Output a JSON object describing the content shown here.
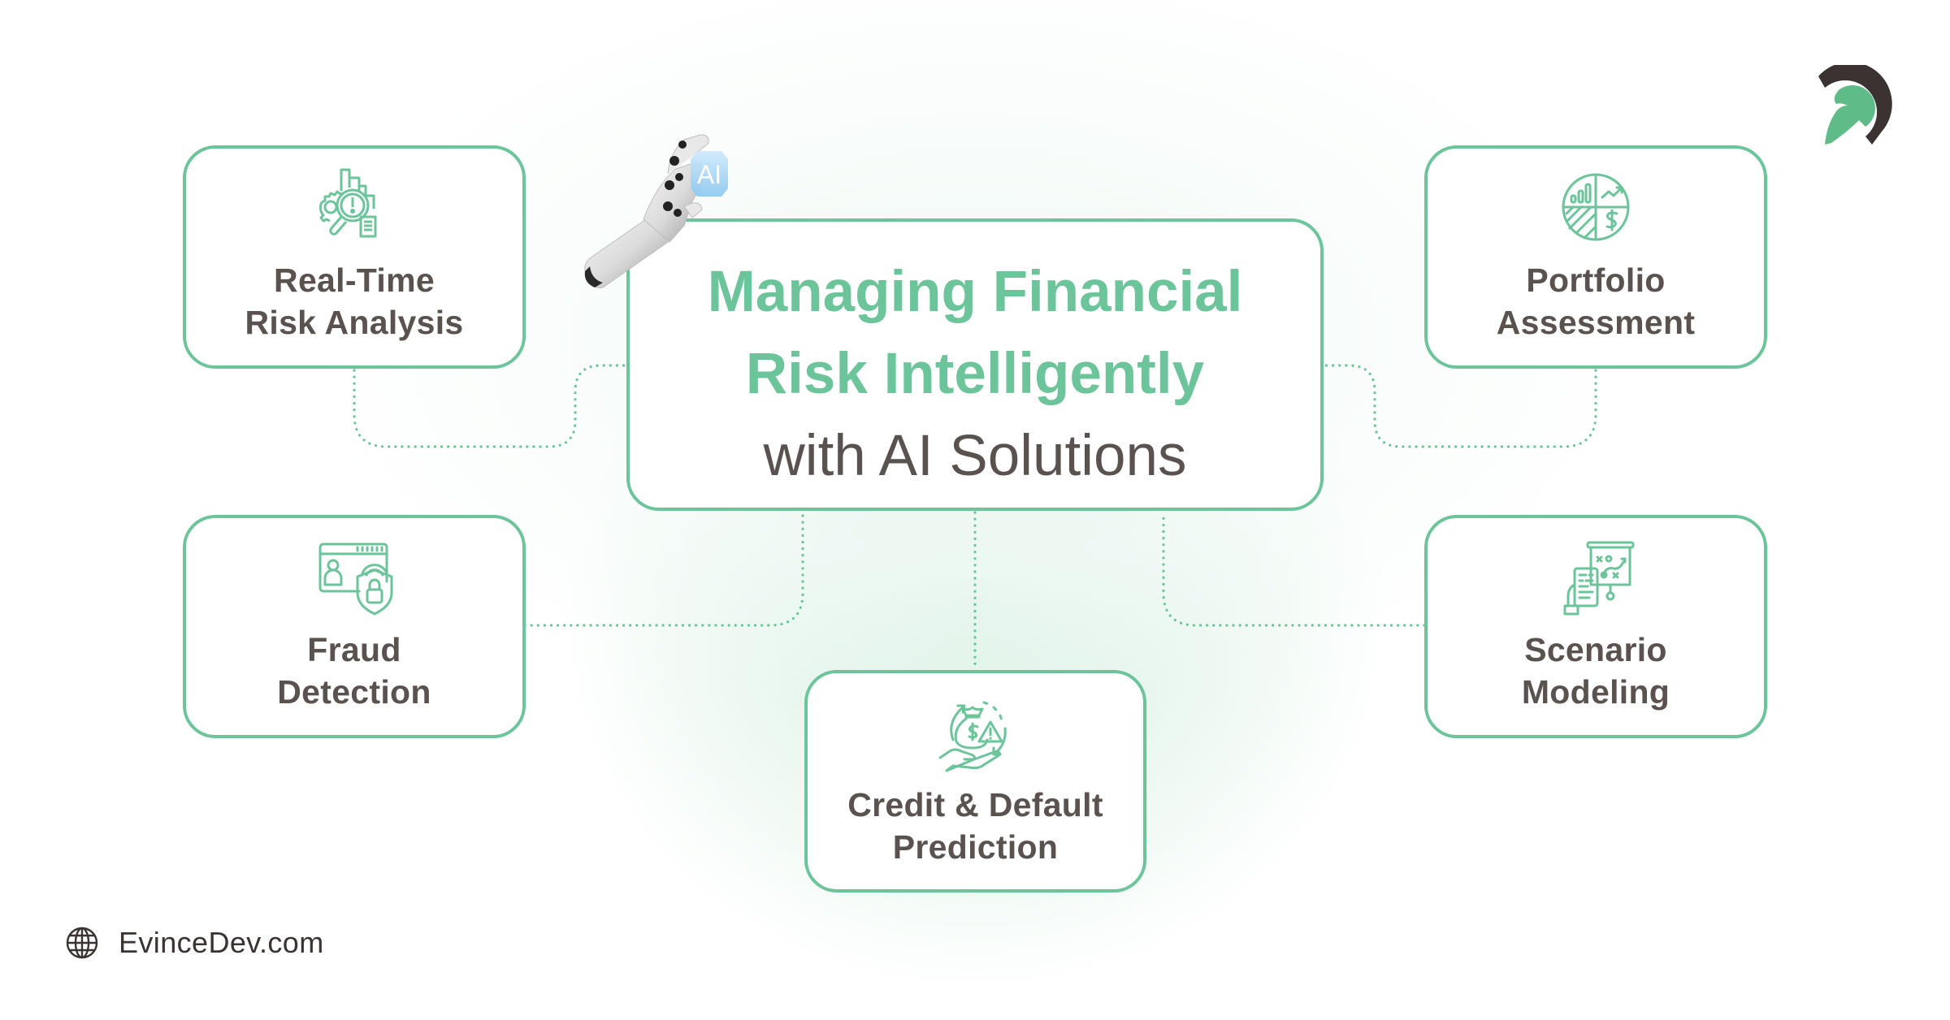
{
  "title": {
    "line1": "Managing Financial",
    "line2": "Risk Intelligently",
    "line3": "with AI Solutions"
  },
  "hand_badge": "AI",
  "nodes": [
    {
      "id": "real-time-risk-analysis",
      "line1": "Real-Time",
      "line2": "Risk Analysis",
      "icon": "risk-analysis-icon"
    },
    {
      "id": "portfolio-assessment",
      "line1": "Portfolio",
      "line2": "Assessment",
      "icon": "portfolio-pie-icon"
    },
    {
      "id": "fraud-detection",
      "line1": "Fraud",
      "line2": "Detection",
      "icon": "fraud-shield-icon"
    },
    {
      "id": "scenario-modeling",
      "line1": "Scenario",
      "line2": "Modeling",
      "icon": "scenario-board-icon"
    },
    {
      "id": "credit-default-prediction",
      "line1": "Credit & Default",
      "line2": "Prediction",
      "icon": "credit-moneybag-icon"
    }
  ],
  "footer": {
    "website": "EvinceDev.com",
    "icon": "globe-icon"
  },
  "colors": {
    "accent": "#6cc49a",
    "text": "#5a524f",
    "dark": "#3b3232",
    "logo_green": "#5fbb88"
  }
}
